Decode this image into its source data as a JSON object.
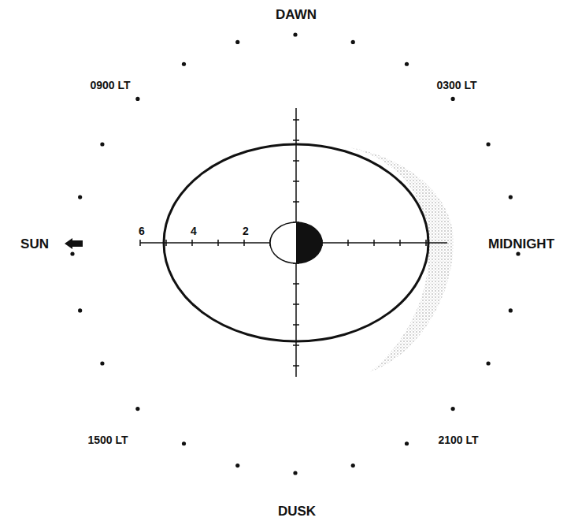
{
  "diagram": {
    "labels": [
      "DAWN",
      "0900 LT",
      "0300 LT",
      "SUN",
      "MIDNIGHT",
      "1500 LT",
      "2100 LT",
      "DUSK",
      "6",
      "4",
      "2"
    ]
  }
}
